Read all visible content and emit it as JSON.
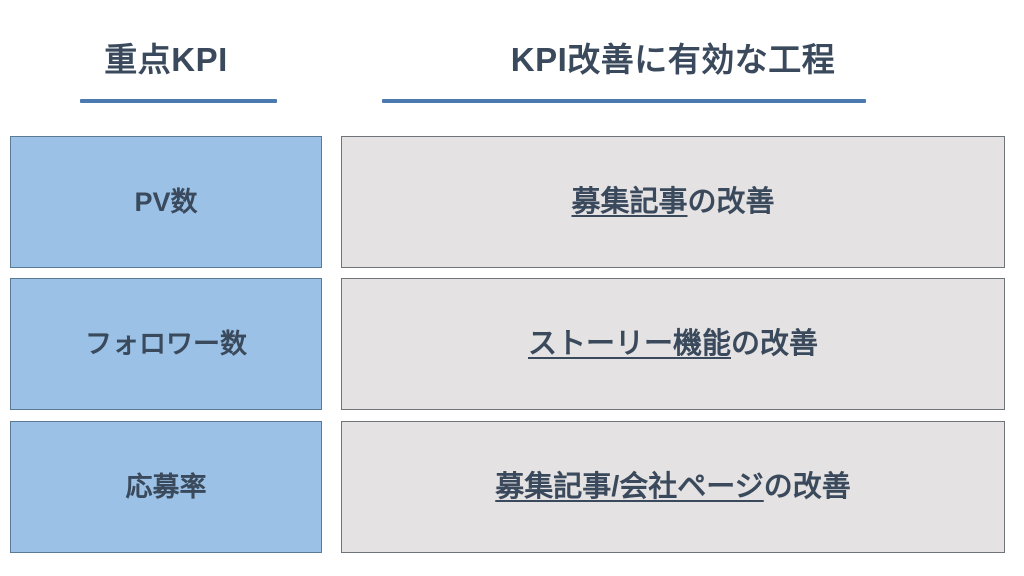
{
  "slide": {
    "background_color": "#ffffff",
    "text_color": "#3a4a5c",
    "accent_rule_color": "#4a7ab0",
    "kpi_box_color": "#9bc2e6",
    "action_box_color": "#e4e2e2"
  },
  "headers": {
    "left": "重点KPI",
    "right": "KPI改善に有効な工程"
  },
  "rows": [
    {
      "kpi": "PV数",
      "action_underlined": "募集記事",
      "action_plain": "の改善"
    },
    {
      "kpi": "フォロワー数",
      "action_underlined": "ストーリー機能",
      "action_plain": "の改善"
    },
    {
      "kpi": "応募率",
      "action_underlined": "募集記事/会社ページ",
      "action_plain": "の改善"
    }
  ]
}
